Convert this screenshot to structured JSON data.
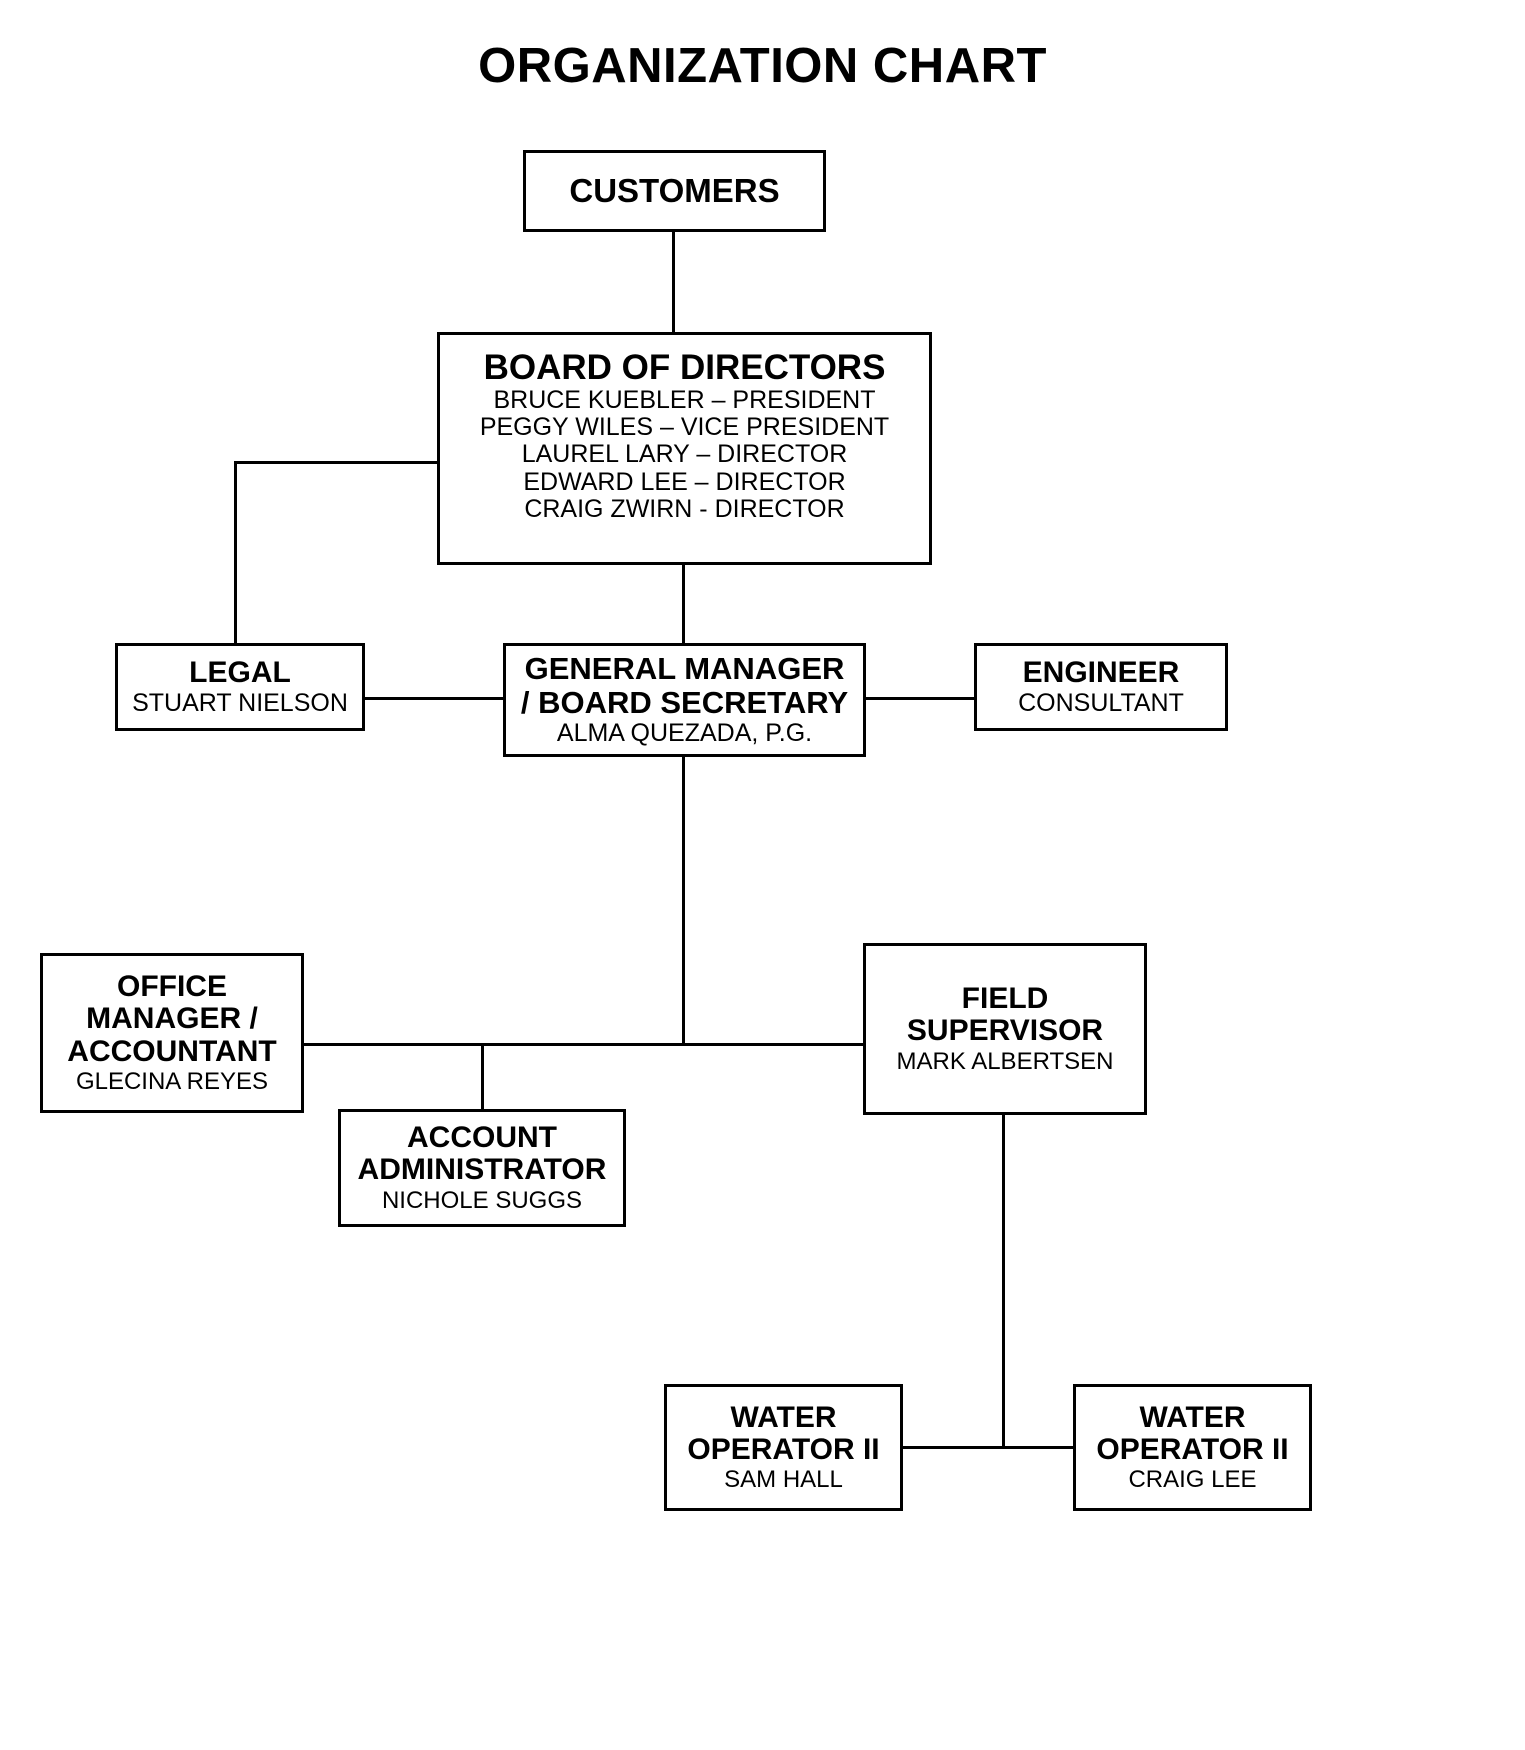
{
  "title": "ORGANIZATION CHART",
  "nodes": {
    "customers": {
      "role": "CUSTOMERS",
      "person": ""
    },
    "board": {
      "role": "BOARD OF DIRECTORS",
      "members": [
        "BRUCE KUEBLER – PRESIDENT",
        "PEGGY WILES – VICE PRESIDENT",
        "LAUREL LARY – DIRECTOR",
        "EDWARD LEE – DIRECTOR",
        "CRAIG ZWIRN - DIRECTOR"
      ]
    },
    "legal": {
      "role": "LEGAL",
      "person": "STUART NIELSON"
    },
    "general_manager": {
      "role": "GENERAL MANAGER\n/ BOARD SECRETARY",
      "person": "ALMA QUEZADA, P.G."
    },
    "engineer": {
      "role": "ENGINEER",
      "person": "CONSULTANT"
    },
    "office_manager": {
      "role": "OFFICE\nMANAGER /\nACCOUNTANT",
      "person": "GLECINA REYES"
    },
    "account_administrator": {
      "role": "ACCOUNT\nADMINISTRATOR",
      "person": "NICHOLE SUGGS"
    },
    "field_supervisor": {
      "role": "FIELD\nSUPERVISOR",
      "person": "MARK ALBERTSEN"
    },
    "water_operator_1": {
      "role": "WATER\nOPERATOR II",
      "person": "SAM HALL"
    },
    "water_operator_2": {
      "role": "WATER\nOPERATOR II",
      "person": "CRAIG LEE"
    }
  },
  "chart_data": {
    "type": "diagram",
    "diagram_kind": "organization-chart",
    "title": "ORGANIZATION CHART",
    "colors": {
      "background": "#ffffff",
      "line": "#000000",
      "text": "#000000"
    },
    "nodes": [
      {
        "id": "customers",
        "label": "CUSTOMERS",
        "level": 0
      },
      {
        "id": "board",
        "label": "BOARD OF DIRECTORS",
        "level": 1
      },
      {
        "id": "legal",
        "label": "LEGAL",
        "level": 2
      },
      {
        "id": "general_manager",
        "label": "GENERAL MANAGER / BOARD SECRETARY",
        "level": 2
      },
      {
        "id": "engineer",
        "label": "ENGINEER",
        "level": 2
      },
      {
        "id": "office_manager",
        "label": "OFFICE MANAGER / ACCOUNTANT",
        "level": 3
      },
      {
        "id": "account_administrator",
        "label": "ACCOUNT ADMINISTRATOR",
        "level": 4
      },
      {
        "id": "field_supervisor",
        "label": "FIELD SUPERVISOR",
        "level": 3
      },
      {
        "id": "water_operator_1",
        "label": "WATER OPERATOR II",
        "level": 4
      },
      {
        "id": "water_operator_2",
        "label": "WATER OPERATOR II",
        "level": 4
      }
    ],
    "edges": [
      {
        "from": "customers",
        "to": "board"
      },
      {
        "from": "board",
        "to": "legal"
      },
      {
        "from": "board",
        "to": "general_manager"
      },
      {
        "from": "general_manager",
        "to": "engineer"
      },
      {
        "from": "general_manager",
        "to": "legal"
      },
      {
        "from": "general_manager",
        "to": "office_manager"
      },
      {
        "from": "general_manager",
        "to": "field_supervisor"
      },
      {
        "from": "office_manager",
        "to": "account_administrator"
      },
      {
        "from": "field_supervisor",
        "to": "water_operator_1"
      },
      {
        "from": "field_supervisor",
        "to": "water_operator_2"
      }
    ]
  }
}
